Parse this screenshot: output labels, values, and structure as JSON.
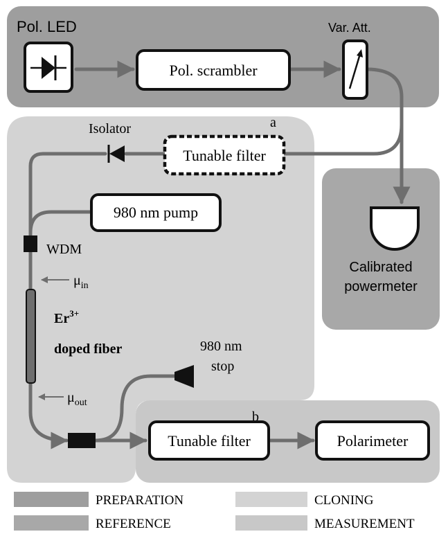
{
  "colors": {
    "preparation": "#9e9e9e",
    "cloning": "#d3d3d3",
    "reference": "#a8a8a8",
    "measurement": "#c8c8c8",
    "fiber": "#6e6e6e",
    "box_border": "#111111",
    "box_fill": "#ffffff"
  },
  "preparation": {
    "led_label": "Pol. LED",
    "led_icon": "diode-icon",
    "scrambler_label": "Pol. scrambler",
    "attenuator_label": "Var. Att.",
    "attenuator_icon": "variable-attenuator-icon"
  },
  "cloning": {
    "isolator_label": "Isolator",
    "filter_a_label": "Tunable filter",
    "filter_a_tag": "a",
    "pump_label": "980 nm pump",
    "wdm_label": "WDM",
    "mu_in_symbol": "μ",
    "mu_in_sub": "in",
    "mu_out_symbol": "μ",
    "mu_out_sub": "out",
    "fiber_label_base": "Er",
    "fiber_label_sup": "3+",
    "fiber_label_line2": "doped fiber",
    "stop_label_line1": "980 nm",
    "stop_label_line2": "stop"
  },
  "reference": {
    "detector_icon": "photodetector-icon",
    "powermeter_line1": "Calibrated",
    "powermeter_line2": "powermeter"
  },
  "measurement": {
    "filter_b_label": "Tunable filter",
    "filter_b_tag": "b",
    "polarimeter_label": "Polarimeter"
  },
  "legend": {
    "preparation": "PREPARATION",
    "cloning": "CLONING",
    "reference": "REFERENCE",
    "measurement": "MEASUREMENT"
  }
}
